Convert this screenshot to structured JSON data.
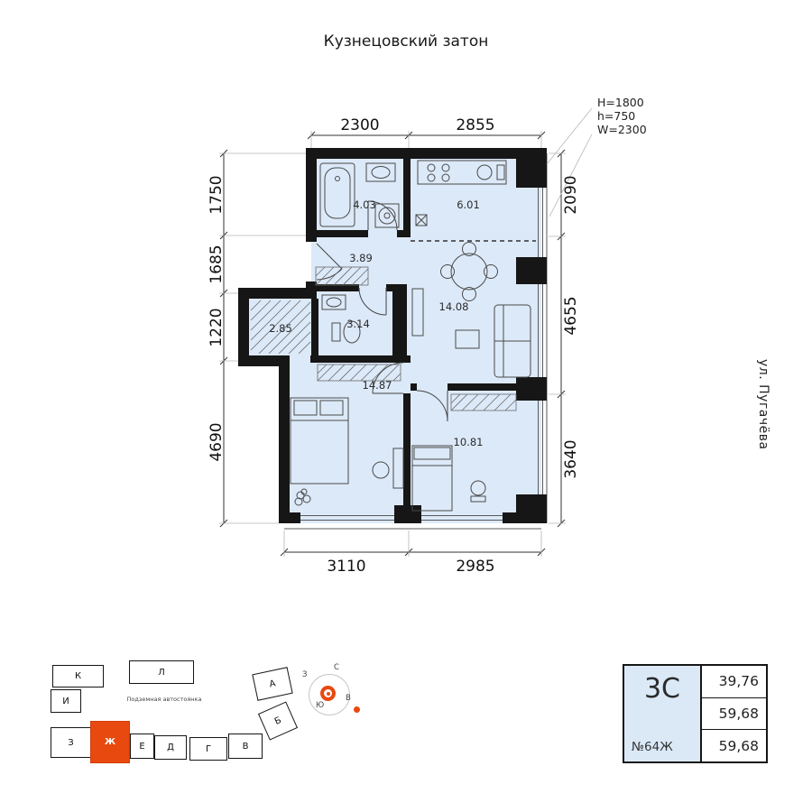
{
  "title": "Кузнецовский затон",
  "street_label": "ул. Пугачёва",
  "window_annotation": {
    "line1": "H=1800",
    "line2": "h=750",
    "line3": "W=2300"
  },
  "dimensions": {
    "top": [
      "2300",
      "2855"
    ],
    "bottom": [
      "3110",
      "2985"
    ],
    "left": [
      "1750",
      "1685",
      "1220",
      "4690"
    ],
    "right": [
      "2090",
      "4655",
      "3640"
    ]
  },
  "rooms": {
    "bathroom": "4.03",
    "kitchen": "6.01",
    "hallway": "3.89",
    "living": "14.08",
    "wardrobe": "2.85",
    "wc": "3.14",
    "bedroom": "14.87",
    "bedroom2": "10.81"
  },
  "site_plan": {
    "blocks": {
      "k": "К",
      "l": "Л",
      "a": "А",
      "i": "И",
      "b": "Б",
      "z": "З",
      "zh": "Ж",
      "e": "Е",
      "d": "Д",
      "g": "Г",
      "v": "В"
    },
    "highlighted": "Ж",
    "center_label": "Подземная автостоянка"
  },
  "compass": {
    "n": "С",
    "s": "Ю",
    "w": "З",
    "e": "В"
  },
  "info_card": {
    "type": "3С",
    "number": "№64Ж",
    "values": [
      "39,76",
      "59,68",
      "59,68"
    ]
  },
  "colors": {
    "room_fill": "#dce9f8",
    "wall": "#161616",
    "accent": "#e8490f"
  }
}
